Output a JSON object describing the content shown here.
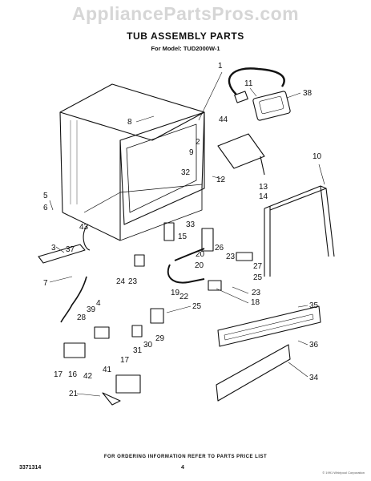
{
  "watermark": "AppliancePartsPros.com",
  "title": "TUB ASSEMBLY PARTS",
  "subtitle": "For Model: TUD2000W-1",
  "footer": {
    "note": "FOR ORDERING INFORMATION REFER TO PARTS PRICE LIST",
    "doc_number": "3371314",
    "page_number": "4",
    "fine_print": "© 1991 Whirlpool Corporation"
  },
  "callouts": [
    "1",
    "11",
    "38",
    "8",
    "9",
    "2",
    "10",
    "32",
    "12",
    "13",
    "14",
    "5",
    "6",
    "43",
    "33",
    "3",
    "37",
    "15",
    "26",
    "23",
    "7",
    "24",
    "20",
    "27",
    "25",
    "19",
    "18",
    "4",
    "22",
    "28",
    "39",
    "35",
    "30",
    "29",
    "31",
    "36",
    "17",
    "16",
    "34",
    "41",
    "42",
    "21"
  ]
}
